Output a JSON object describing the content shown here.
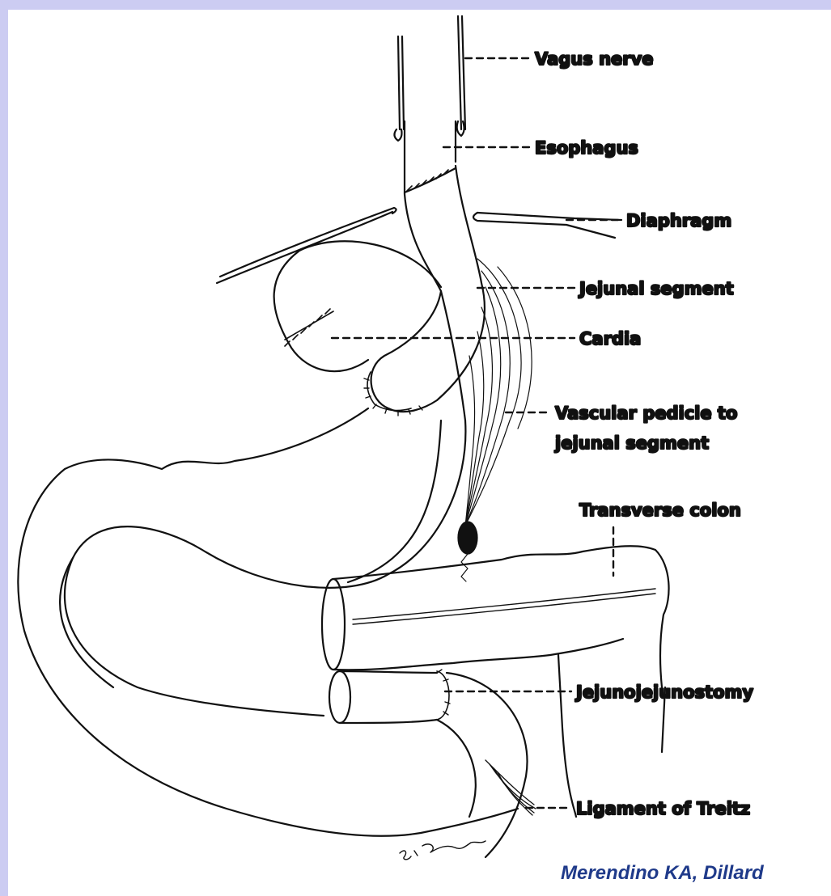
{
  "labels": {
    "vagus_nerve": "Vagus nerve",
    "esophagus": "Esophagus",
    "diaphragm": "Diaphragm",
    "jejunal_segment": "Jejunal segment",
    "cardia": "Cardia",
    "vascular_pedicle_line1": "Vascular pedicle to",
    "vascular_pedicle_line2": "jejunal segment",
    "transverse_colon": "Transverse colon",
    "jejunojejunostomy": "Jejunojejunostomy",
    "ligament_of_treitz": "Ligament of Treitz"
  },
  "citation": "Merendino KA, Dillard"
}
